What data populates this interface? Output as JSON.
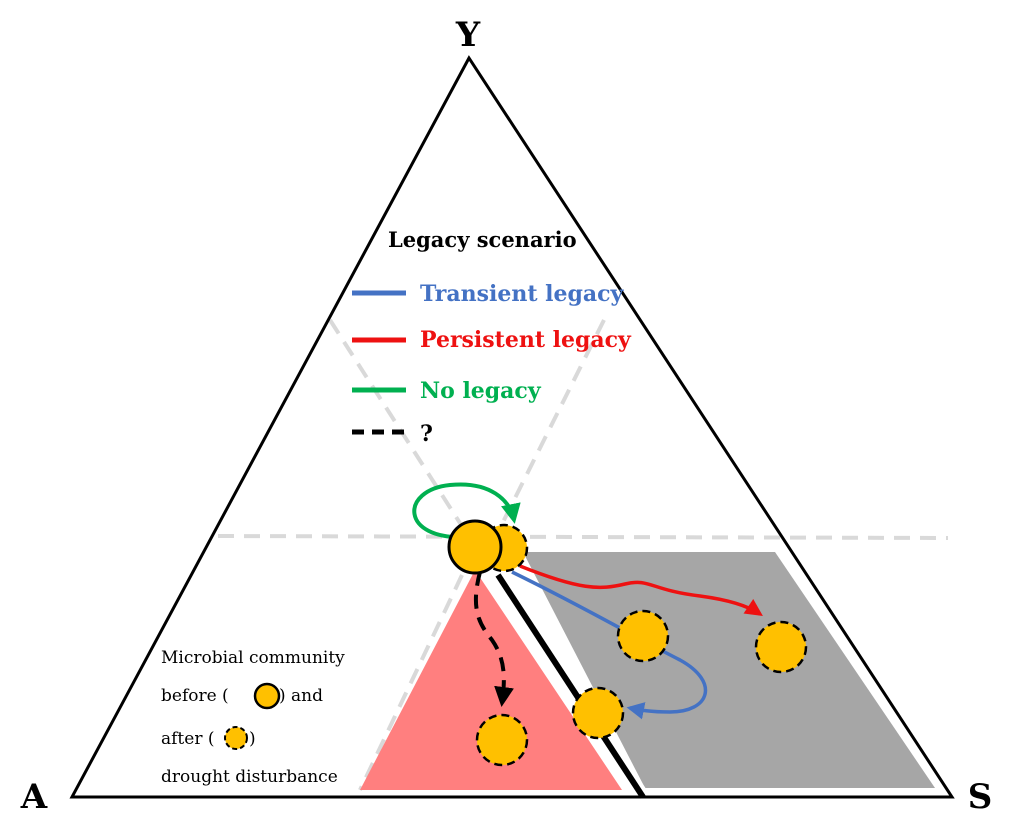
{
  "corners": {
    "top": "Y",
    "left": "A",
    "right": "S"
  },
  "legend": {
    "title": "Legacy scenario",
    "items": [
      {
        "key": "transient",
        "label": "Transient legacy",
        "color": "#4472c4",
        "style": "solid"
      },
      {
        "key": "persistent",
        "label": "Persistent legacy",
        "color": "#ee1111",
        "style": "solid"
      },
      {
        "key": "none",
        "label": "No legacy",
        "color": "#00b050",
        "style": "solid"
      },
      {
        "key": "unknown",
        "label": "?",
        "color": "#000000",
        "style": "dashed"
      }
    ]
  },
  "caption": {
    "line1": "Microbial community",
    "line2_pre": "before (",
    "line2_post": ") and",
    "line3_pre": "after (",
    "line3_post": ")",
    "line4": "drought disturbance"
  },
  "colors": {
    "community": "#ffc000",
    "region_a": "#ff7f7f",
    "region_s": "#a6a6a6",
    "guide": "#d9d9d9"
  }
}
